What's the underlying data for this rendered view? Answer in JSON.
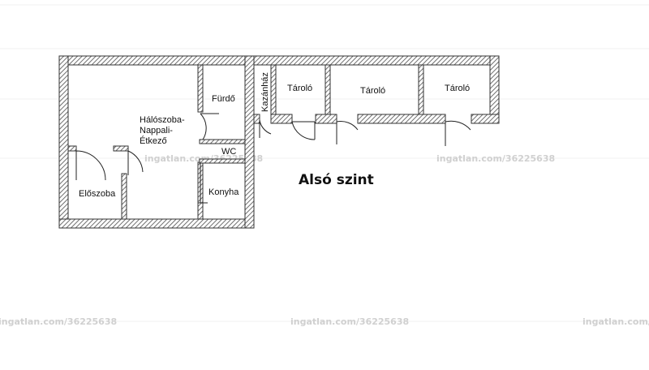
{
  "level_title": "Alsó szint",
  "rooms": {
    "living": [
      "Hálószoba-",
      "Nappali-",
      "Étkező"
    ],
    "bath": "Fürdő",
    "wc": "WC",
    "kitchen": "Konyha",
    "hall": "Előszoba",
    "boiler": "Kazánház",
    "storage1": "Tároló",
    "storage2": "Tároló",
    "storage3": "Tároló"
  },
  "watermark": "ingatlan.com/36225638",
  "colors": {
    "wall_hatch": "#7a7a7a",
    "wall_outline": "#333333",
    "watermark": "#d0d0d0"
  }
}
